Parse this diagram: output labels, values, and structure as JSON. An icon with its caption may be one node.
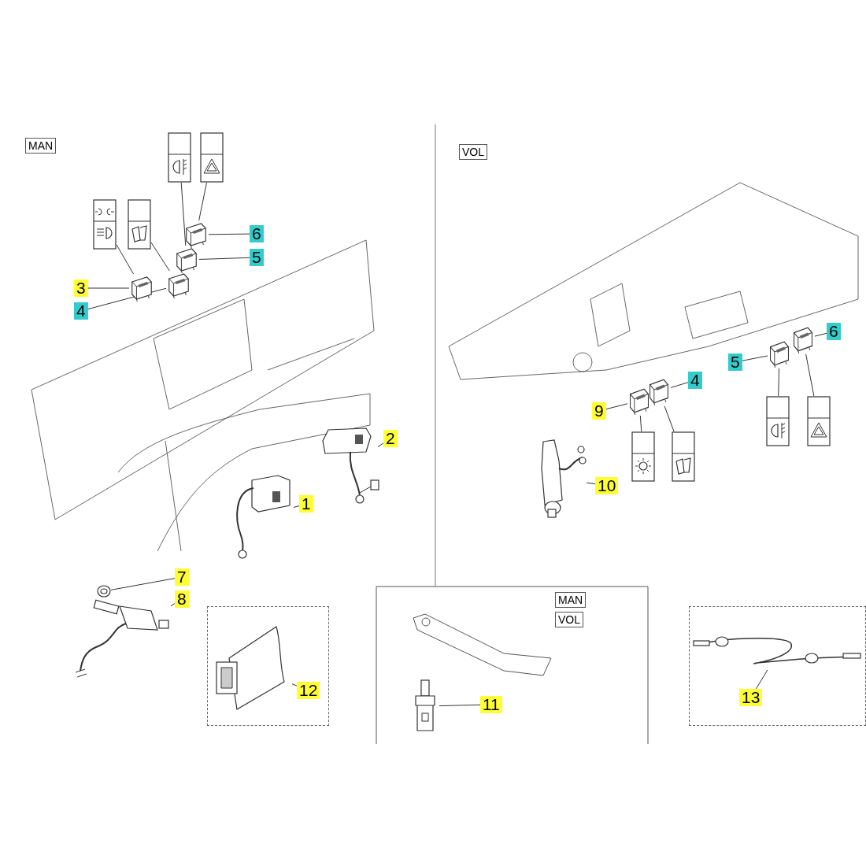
{
  "diagram": {
    "nodes": [
      {
        "text": [],
        "shape": "picture"
      },
      {
        "text": [],
        "shape": "picture"
      },
      {
        "text": [],
        "shape": "picture"
      },
      {
        "text": [],
        "shape": "picture"
      },
      {
        "text": [],
        "shape": "picture"
      },
      {
        "text": [
          "6"
        ]
      },
      {
        "text": [],
        "shape": "picture"
      },
      {
        "text": [
          "5"
        ]
      },
      {
        "text": [],
        "shape": "picture"
      },
      {
        "text": [
          "3"
        ]
      },
      {
        "text": [],
        "shape": "picture"
      },
      {
        "text": [
          "4"
        ]
      },
      {
        "text": [],
        "shape": "picture"
      },
      {
        "text": [
          "2"
        ]
      },
      {
        "text": [],
        "shape": "picture"
      },
      {
        "text": [
          "1"
        ]
      },
      {
        "text": [],
        "shape": "picture"
      },
      {
        "text": [
          "7"
        ]
      },
      {
        "text": [],
        "shape": "picture"
      },
      {
        "text": [
          "8"
        ]
      },
      {
        "text": [],
        "shape": "box"
      },
      {
        "text": [],
        "shape": "picture",
        "in": 20
      },
      {
        "text": [
          "12"
        ],
        "in": 20
      },
      {
        "text": [],
        "shape": "picture"
      },
      {
        "text": [
          "6"
        ]
      },
      {
        "text": [],
        "shape": "picture"
      },
      {
        "text": [
          "5"
        ]
      },
      {
        "text": [],
        "shape": "picture"
      },
      {
        "text": [
          "4"
        ]
      },
      {
        "text": [],
        "shape": "picture"
      },
      {
        "text": [
          "9"
        ]
      },
      {
        "text": [],
        "shape": "picture"
      },
      {
        "text": [],
        "shape": "picture"
      },
      {
        "text": [],
        "shape": "picture"
      },
      {
        "text": [],
        "shape": "picture"
      },
      {
        "text": [],
        "shape": "picture"
      },
      {
        "text": [
          "10"
        ]
      },
      {
        "text": [],
        "shape": "picture"
      },
      {
        "text": [
          "11"
        ]
      },
      {
        "text": [],
        "shape": "box"
      },
      {
        "text": [],
        "shape": "picture",
        "in": 39
      },
      {
        "text": [
          "13"
        ],
        "in": 39
      }
    ],
    "edges": [
      {
        "from": 0,
        "to": 8,
        "arrow": "none"
      },
      {
        "from": 1,
        "to": 10,
        "arrow": "none"
      },
      {
        "from": 2,
        "to": 6,
        "arrow": "none"
      },
      {
        "from": 3,
        "to": 4,
        "arrow": "none"
      },
      {
        "from": 5,
        "to": 4,
        "arrow": "none"
      },
      {
        "from": 7,
        "to": 6,
        "arrow": "none"
      },
      {
        "from": 9,
        "to": 8,
        "arrow": "none"
      },
      {
        "from": 11,
        "to": 10,
        "arrow": "none"
      },
      {
        "from": 13,
        "to": 12,
        "arrow": "none"
      },
      {
        "from": 15,
        "to": 14,
        "arrow": "none"
      },
      {
        "from": 17,
        "to": 16,
        "arrow": "none"
      },
      {
        "from": 19,
        "to": 18,
        "arrow": "none"
      },
      {
        "from": 22,
        "to": 21,
        "arrow": "none"
      },
      {
        "from": 24,
        "to": 23,
        "arrow": "none"
      },
      {
        "from": 26,
        "to": 25,
        "arrow": "none"
      },
      {
        "from": 28,
        "to": 27,
        "arrow": "none"
      },
      {
        "from": 30,
        "to": 29,
        "arrow": "none"
      },
      {
        "from": 29,
        "to": 31,
        "arrow": "none"
      },
      {
        "from": 27,
        "to": 32,
        "arrow": "none"
      },
      {
        "from": 25,
        "to": 33,
        "arrow": "none"
      },
      {
        "from": 23,
        "to": 34,
        "arrow": "none"
      },
      {
        "from": 36,
        "to": 35,
        "arrow": "none"
      },
      {
        "from": 38,
        "to": 37,
        "arrow": "none"
      },
      {
        "from": 41,
        "to": 40,
        "arrow": "none"
      }
    ],
    "labels": [
      "MAN",
      "VOL",
      "MAN",
      "VOL"
    ]
  }
}
